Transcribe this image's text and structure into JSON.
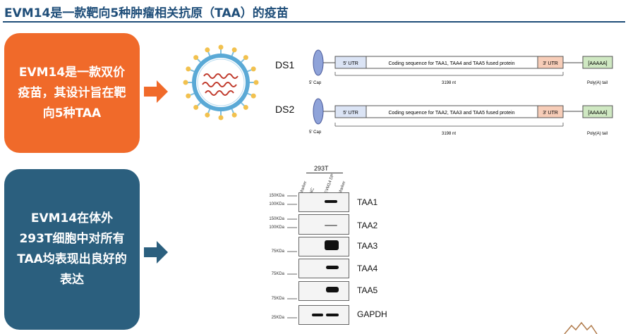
{
  "header": {
    "title": "EVM14是一款靶向5种肿瘤相关抗原（TAA）的疫苗"
  },
  "cards": {
    "top_text": "EVM14是一款双价疫苗，其设计旨在靶向5种TAA",
    "bottom_text": "EVM14在体外293T细胞中对所有TAA均表现出良好的表达"
  },
  "constructs": [
    {
      "name": "DS1",
      "cap": "5' Cap",
      "utr5": "5' UTR",
      "coding": "Coding sequence for TAA1, TAA4 and TAA5 fused protein",
      "utr3": "3' UTR",
      "polya": "[AAAAA]",
      "length": "3198 nt",
      "tail": "Poly(A) tail"
    },
    {
      "name": "DS2",
      "cap": "5' Cap",
      "utr5": "5' UTR",
      "coding": "Coding sequence for TAA2, TAA3 and TAA5 fused protein",
      "utr3": "3' UTR",
      "polya": "[AAAAA]",
      "length": "3198 nt",
      "tail": "Poly(A) tail"
    }
  ],
  "blot": {
    "cell_line": "293T",
    "lanes": [
      "Marker",
      "NC",
      "EVM14 DP",
      "Marker"
    ],
    "rows": [
      {
        "target": "TAA1",
        "markers": [
          "150KDa",
          "100KDa"
        ]
      },
      {
        "target": "TAA2",
        "markers": [
          "150KDa",
          "100KDa"
        ]
      },
      {
        "target": "TAA3",
        "markers": [
          "75KDa"
        ]
      },
      {
        "target": "TAA4",
        "markers": [
          "75KDa"
        ]
      },
      {
        "target": "TAA5",
        "markers": [
          "75KDa"
        ]
      },
      {
        "target": "GAPDH",
        "markers": [
          "25KDa"
        ]
      }
    ]
  },
  "colors": {
    "orange": "#f06a2a",
    "blue": "#2b5f7e",
    "title": "#1f4e79"
  }
}
